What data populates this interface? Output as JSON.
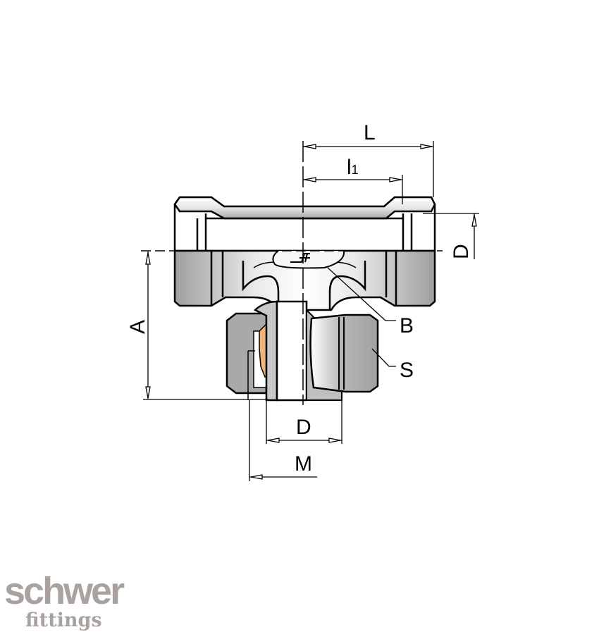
{
  "drawing": {
    "title": "Tee fitting dimension drawing",
    "labels": {
      "L": "L",
      "l1": "l",
      "l1_sub": "1",
      "D_right": "D",
      "A": "A",
      "B": "B",
      "S": "S",
      "D_bottom": "D",
      "M": "M"
    },
    "colors": {
      "steel_light": "#f2f2f2",
      "steel_mid": "#c8c8c8",
      "steel_dark": "#9a9a9a",
      "nut": "#a9a9a9",
      "ring": "#f0b47a",
      "line": "#000000"
    }
  },
  "logo": {
    "brand": "schwer",
    "sub": "fittings",
    "color": "#aaa29f"
  }
}
